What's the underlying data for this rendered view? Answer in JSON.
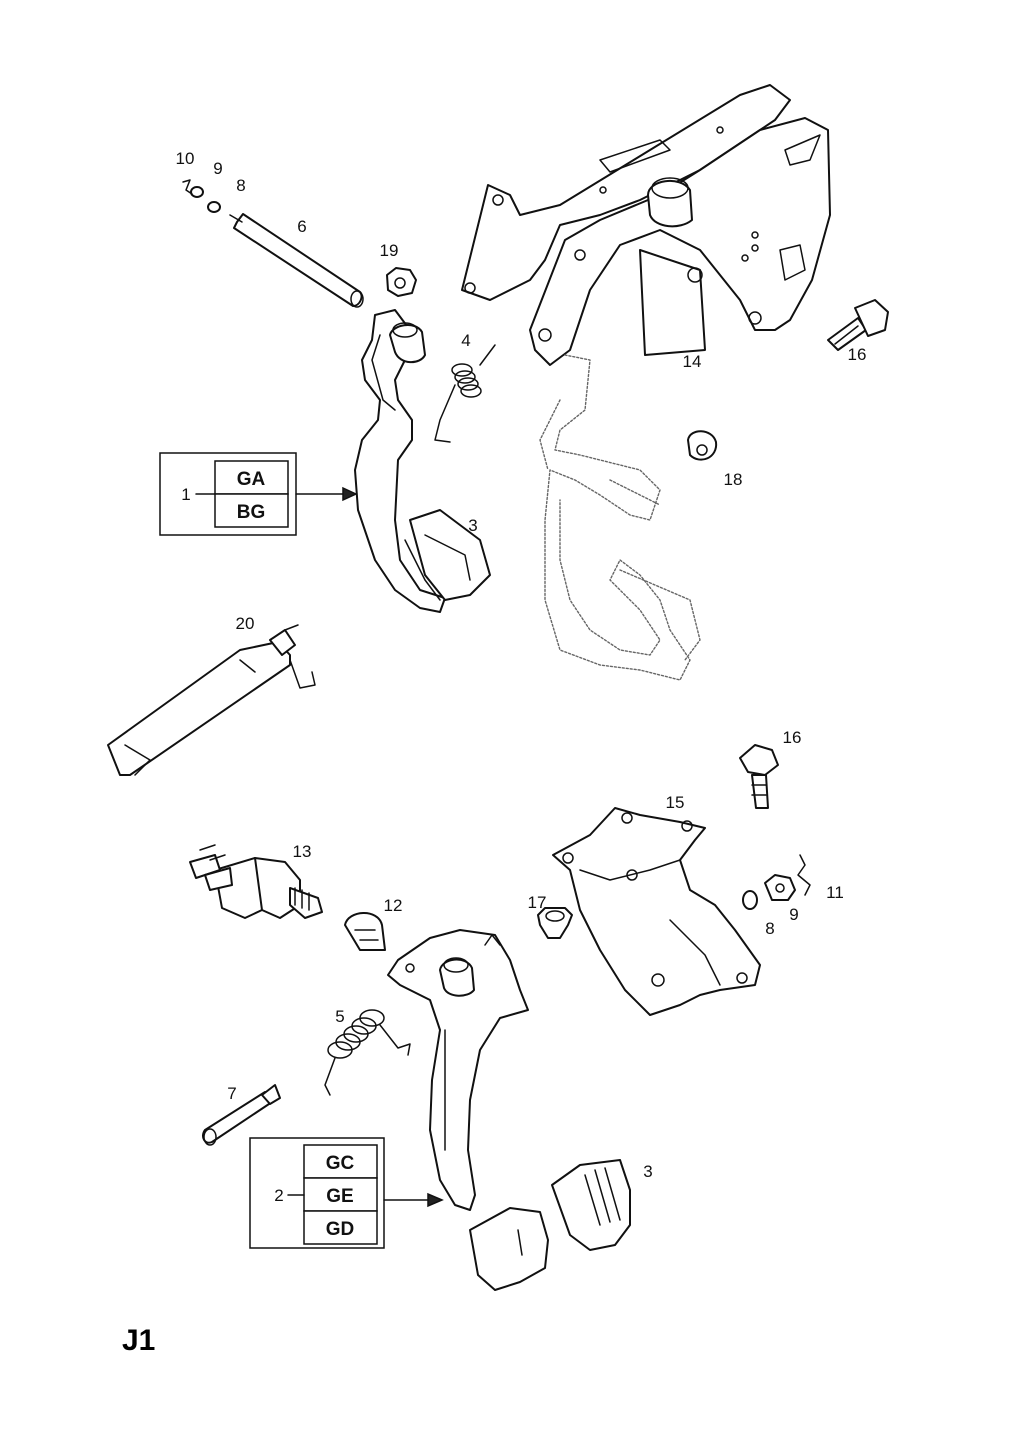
{
  "sheet_label": "J1",
  "callouts": {
    "c1": "1",
    "c2": "2",
    "c3a": "3",
    "c3b": "3",
    "c4": "4",
    "c5": "5",
    "c6": "6",
    "c7": "7",
    "c8a": "8",
    "c8b": "8",
    "c9a": "9",
    "c9b": "9",
    "c10": "10",
    "c11": "11",
    "c12": "12",
    "c13": "13",
    "c14": "14",
    "c15": "15",
    "c16a": "16",
    "c16b": "16",
    "c17": "17",
    "c18": "18",
    "c19": "19",
    "c20": "20"
  },
  "variant_box_1": {
    "codes": [
      "GA",
      "BG"
    ]
  },
  "variant_box_2": {
    "codes": [
      "GC",
      "GE",
      "GD"
    ]
  }
}
